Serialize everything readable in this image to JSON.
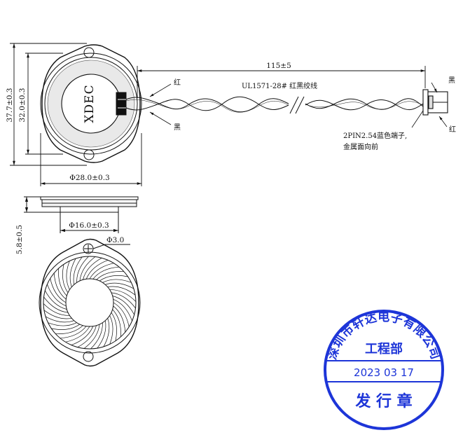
{
  "drawing": {
    "brand_mark": "XDEC",
    "dims": {
      "height_outer": "37.7±0.3",
      "height_inner": "32.0±0.3",
      "diameter_outer": "Φ28.0±0.3",
      "thickness": "5.8±0.5",
      "diameter_magnet": "Φ16.0±0.3",
      "hole": "Φ3.0",
      "cable_length": "115±5"
    },
    "labels": {
      "wire_red_top": "红",
      "wire_black_bottom": "黑",
      "cable_spec": "UL1571-28# 红黑绞线",
      "connector_black": "黑",
      "connector_red": "红",
      "connector_spec_line1": "2PIN2.54蓝色端子,",
      "connector_spec_line2": "金属面向前"
    }
  },
  "stamp": {
    "company": "深圳市轩达电子有限公司",
    "dept": "工程部",
    "date": "2023 03 17",
    "seal_label": "发 行 章",
    "color": "#1d35d8"
  }
}
